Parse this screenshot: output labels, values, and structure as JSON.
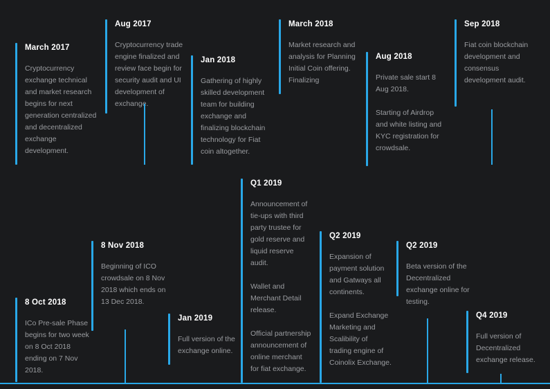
{
  "theme": {
    "background": "#1a1b1d",
    "accent": "#29a8e8",
    "title_color": "#ffffff",
    "body_color": "#9b9da1"
  },
  "milestones": [
    {
      "id": "march-2017",
      "title": "March 2017",
      "paragraphs": [
        "Cryptocurrency exchange technical and market research begins for next generation centralized and decentralized exchange development."
      ]
    },
    {
      "id": "aug-2017",
      "title": "Aug 2017",
      "paragraphs": [
        "Cryptocurrency trade engine finalized and review face begin for security audit and UI development of exchange."
      ]
    },
    {
      "id": "jan-2018",
      "title": "Jan 2018",
      "paragraphs": [
        "Gathering of highly skilled development team for building exchange and finalizing blockchain technology for Fiat coin altogether."
      ]
    },
    {
      "id": "march-2018",
      "title": "March 2018",
      "paragraphs": [
        "Market research and analysis for Planning Initial Coin offering. Finalizing"
      ]
    },
    {
      "id": "aug-2018",
      "title": "Aug 2018",
      "paragraphs": [
        "Private sale start 8 Aug 2018.",
        "Starting of Airdrop and white listing and KYC registration for crowdsale."
      ]
    },
    {
      "id": "sep-2018",
      "title": "Sep 2018",
      "paragraphs": [
        "Fiat coin blockchain development and consensus development audit."
      ]
    },
    {
      "id": "oct-2018",
      "title": "8 Oct 2018",
      "paragraphs": [
        "ICo Pre-sale Phase begins for two week on 8 Oct 2018 ending on 7 Nov 2018."
      ]
    },
    {
      "id": "nov-2018",
      "title": "8 Nov 2018",
      "paragraphs": [
        "Beginning of ICO crowdsale on 8 Nov 2018 which ends on 13 Dec 2018."
      ]
    },
    {
      "id": "jan-2019",
      "title": "Jan 2019",
      "paragraphs": [
        "Full version of the exchange online."
      ]
    },
    {
      "id": "q1-2019",
      "title": "Q1 2019",
      "paragraphs": [
        "Announcement of tie-ups with third party trustee for gold reserve and liquid reserve audit.",
        "Wallet and Merchant Detail release.",
        "Official partnership announcement of online merchant for fiat exchange."
      ]
    },
    {
      "id": "q2-2019-a",
      "title": "Q2 2019",
      "paragraphs": [
        "Expansion of payment solution and Gatways all continents.",
        "Expand Exchange Marketing and Scalibility of trading engine of Coinolix Exchange."
      ]
    },
    {
      "id": "q2-2019-b",
      "title": "Q2 2019",
      "paragraphs": [
        "Beta version of the Decentralized exchange online for testing."
      ]
    },
    {
      "id": "q4-2019",
      "title": "Q4 2019",
      "paragraphs": [
        "Full version of Decentralized exchange release."
      ]
    }
  ]
}
